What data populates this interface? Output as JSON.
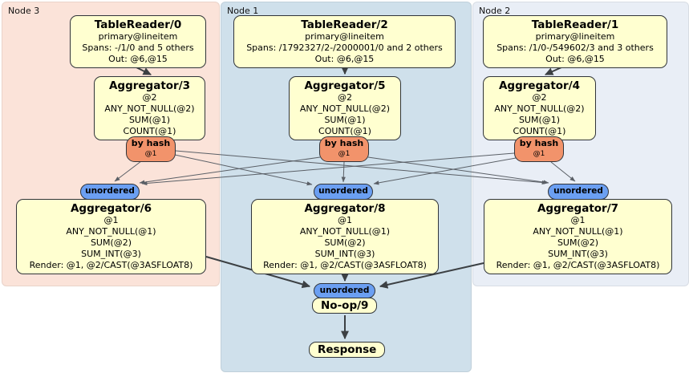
{
  "colors": {
    "canvas-bg": "#ffffff",
    "node3-bg": "#fbe3d9",
    "node1-bg": "#cfe0eb",
    "node2-bg": "#e9eef6",
    "box-fill": "#ffffd0",
    "box-border": "#30343a",
    "hash-fill": "#f2936b",
    "unordered-fill": "#6b9ff2",
    "edge-thin": "#5a5f66",
    "edge-thick": "#3c4043"
  },
  "regions": [
    {
      "label": "Node 3"
    },
    {
      "label": "Node 1"
    },
    {
      "label": "Node 2"
    }
  ],
  "processors": {
    "tr0": {
      "title": "TableReader/0",
      "lines": [
        "primary@lineitem",
        "Spans: -/1/0 and 5 others",
        "Out: @6,@15"
      ]
    },
    "tr2": {
      "title": "TableReader/2",
      "lines": [
        "primary@lineitem",
        "Spans: /1792327/2-/2000001/0 and 2 others",
        "Out: @6,@15"
      ]
    },
    "tr1": {
      "title": "TableReader/1",
      "lines": [
        "primary@lineitem",
        "Spans: /1/0-/549602/3 and 3 others",
        "Out: @6,@15"
      ]
    },
    "agg3": {
      "title": "Aggregator/3",
      "lines": [
        "@2",
        "ANY_NOT_NULL(@2)",
        "SUM(@1)",
        "COUNT(@1)"
      ]
    },
    "agg5": {
      "title": "Aggregator/5",
      "lines": [
        "@2",
        "ANY_NOT_NULL(@2)",
        "SUM(@1)",
        "COUNT(@1)"
      ]
    },
    "agg4": {
      "title": "Aggregator/4",
      "lines": [
        "@2",
        "ANY_NOT_NULL(@2)",
        "SUM(@1)",
        "COUNT(@1)"
      ]
    },
    "agg6": {
      "title": "Aggregator/6",
      "lines": [
        "@1",
        "ANY_NOT_NULL(@1)",
        "SUM(@2)",
        "SUM_INT(@3)",
        "Render: @1, @2/CAST(@3ASFLOAT8)"
      ]
    },
    "agg8": {
      "title": "Aggregator/8",
      "lines": [
        "@1",
        "ANY_NOT_NULL(@1)",
        "SUM(@2)",
        "SUM_INT(@3)",
        "Render: @1, @2/CAST(@3ASFLOAT8)"
      ]
    },
    "agg7": {
      "title": "Aggregator/7",
      "lines": [
        "@1",
        "ANY_NOT_NULL(@1)",
        "SUM(@2)",
        "SUM_INT(@3)",
        "Render: @1, @2/CAST(@3ASFLOAT8)"
      ]
    },
    "noop": {
      "title": "No-op/9"
    },
    "response": {
      "title": "Response"
    }
  },
  "routers": {
    "by_hash_label": "by hash",
    "by_hash_key": "@1",
    "unordered_label": "unordered"
  }
}
